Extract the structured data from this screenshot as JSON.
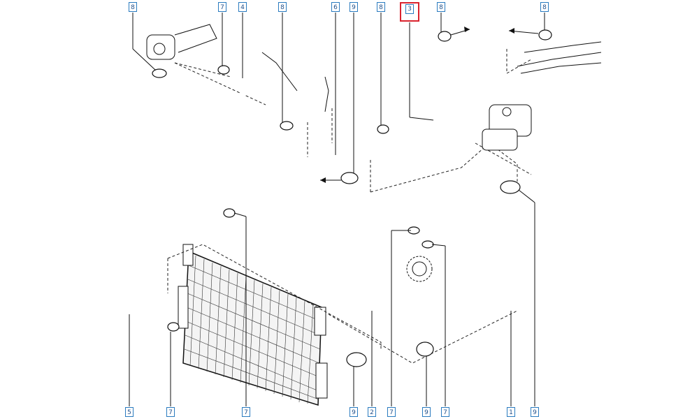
{
  "diagram": {
    "selected_part": "3",
    "callouts_top": [
      "8",
      "7",
      "4",
      "8",
      "6",
      "9",
      "8",
      "3",
      "8",
      "8"
    ],
    "callouts_bottom": [
      "5",
      "7",
      "7",
      "9",
      "2",
      "7",
      "9",
      "7",
      "1",
      "9"
    ]
  },
  "colors": {
    "tag_border": "#2a7bbf",
    "tag_text": "#1f4f8a",
    "selected_border": "#d9232e"
  }
}
